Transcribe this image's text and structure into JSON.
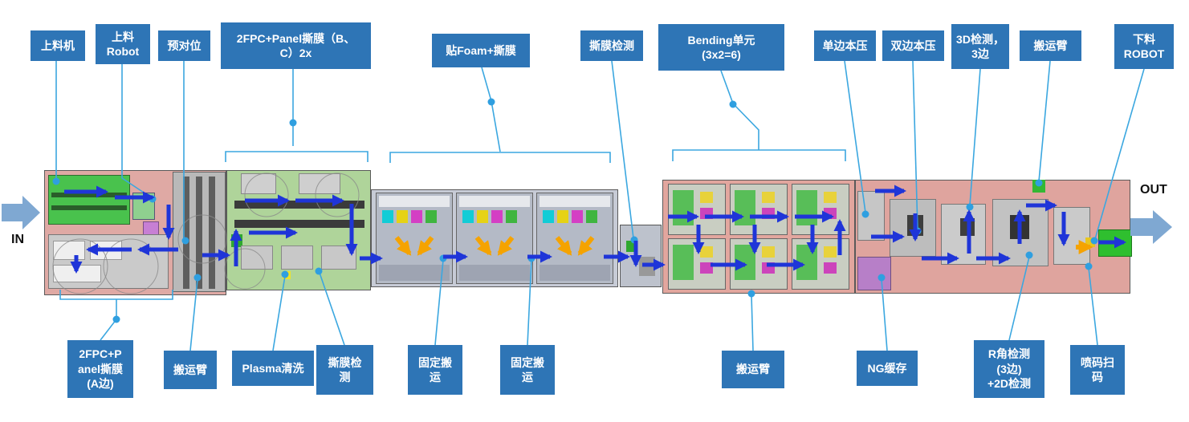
{
  "io": {
    "in_label": "IN",
    "out_label": "OUT"
  },
  "colors": {
    "label_bg": "#2E75B6",
    "label_text": "#FFFFFF",
    "callout": "#3BA7E0",
    "flow_arrow": "#1F35D8",
    "orange_arrow": "#F5A300",
    "io_arrow": "#7FA8D2",
    "section_loading": "#DFA9A4",
    "section_peel_bc": "#AFD49A",
    "section_foam": "#C7CBD6",
    "section_bending": "#E2A69E",
    "section_right": "#DFA49E"
  },
  "top_labels": [
    {
      "id": "loader",
      "text": "上料机"
    },
    {
      "id": "loading-robot",
      "text": "上料\nRobot"
    },
    {
      "id": "pre-align",
      "text": "预对位"
    },
    {
      "id": "fpc-panel-peel-bc",
      "text": "2FPC+Panel撕膜（B、\nC）2x"
    },
    {
      "id": "foam-peel",
      "text": "贴Foam+撕膜"
    },
    {
      "id": "peel-inspect-top",
      "text": "撕膜检测"
    },
    {
      "id": "bending-unit",
      "text": "Bending单元\n(3x2=6)"
    },
    {
      "id": "single-side-press",
      "text": "单边本压"
    },
    {
      "id": "double-side-press",
      "text": "双边本压"
    },
    {
      "id": "inspect-3d",
      "text": "3D检测，\n3边"
    },
    {
      "id": "transfer-arm-top",
      "text": "搬运臂"
    },
    {
      "id": "unload-robot",
      "text": "下料\nROBOT"
    }
  ],
  "bottom_labels": [
    {
      "id": "fpc-panel-peel-a",
      "text": "2FPC+P\nanel撕膜\n(A边)"
    },
    {
      "id": "transfer-arm-b1",
      "text": "搬运臂"
    },
    {
      "id": "plasma-clean",
      "text": "Plasma清洗"
    },
    {
      "id": "peel-inspect-bottom",
      "text": "撕膜检\n测"
    },
    {
      "id": "fixed-transfer-1",
      "text": "固定搬\n运"
    },
    {
      "id": "fixed-transfer-2",
      "text": "固定搬\n运"
    },
    {
      "id": "transfer-arm-b2",
      "text": "搬运臂"
    },
    {
      "id": "ng-buffer",
      "text": "NG缓存"
    },
    {
      "id": "r-corner-inspect",
      "text": "R角检测\n(3边)\n+2D检测"
    },
    {
      "id": "inkjet-scan",
      "text": "喷码扫\n码"
    }
  ]
}
